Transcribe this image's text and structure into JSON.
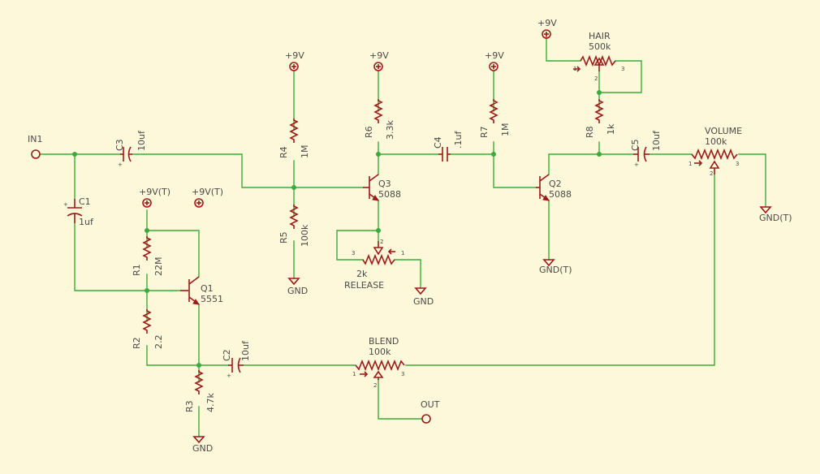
{
  "colors": {
    "background": "#FDF8D9",
    "wire": "#3CAA3C",
    "symbol": "#9E1A1A",
    "text": "#4a4a4a"
  },
  "labels": {
    "in1": "IN1",
    "out": "OUT",
    "c1": "C1",
    "c1_val": "1uf",
    "c3": "C3",
    "c3_val": "10uf",
    "c4": "C4",
    "c4_val": ".1uf",
    "c5": "C5",
    "c5_val": "10uf",
    "c2": "C2",
    "c2_val": "10uf",
    "r1": "R1",
    "r1_val": "22M",
    "r2": "R2",
    "r2_val": "2.2",
    "r3": "R3",
    "r3_val": "4.7k",
    "r4": "R4",
    "r4_val": "1M",
    "r5": "R5",
    "r5_val": "100k",
    "r6": "R6",
    "r6_val": "3.3k",
    "r7": "R7",
    "r7_val": "1M",
    "r8": "R8",
    "r8_val": "1k",
    "q1": "Q1",
    "q1_val": "5551",
    "q2": "Q2",
    "q2_val": "5088",
    "q3": "Q3",
    "q3_val": "5088",
    "hair": "HAIR",
    "hair_val": "500k",
    "volume": "VOLUME",
    "volume_val": "100k",
    "blend": "BLEND",
    "blend_val": "100k",
    "release": "RELEASE",
    "release_val": "2k",
    "p9v": "+9V",
    "p9vt": "+9V(T)",
    "gnd": "GND",
    "gndt": "GND(T)",
    "pin1": "1",
    "pin2": "2",
    "pin3": "3"
  }
}
